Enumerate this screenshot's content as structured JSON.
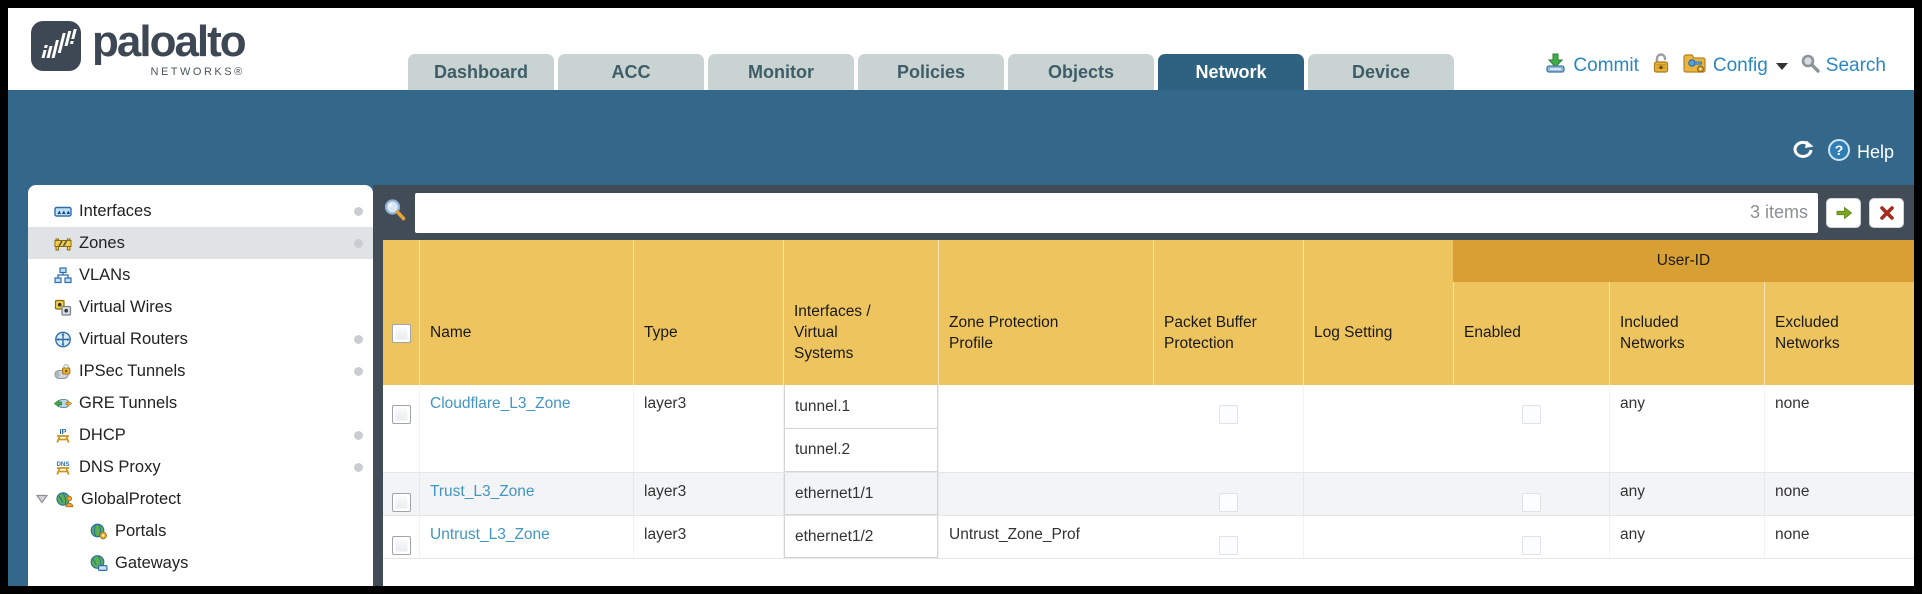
{
  "app": {
    "brand": "paloalto",
    "brand_sub": "NETWORKS®"
  },
  "header": {
    "tabs": [
      {
        "label": "Dashboard",
        "active": false
      },
      {
        "label": "ACC",
        "active": false
      },
      {
        "label": "Monitor",
        "active": false
      },
      {
        "label": "Policies",
        "active": false
      },
      {
        "label": "Objects",
        "active": false
      },
      {
        "label": "Network",
        "active": true
      },
      {
        "label": "Device",
        "active": false
      }
    ],
    "actions": {
      "commit": "Commit",
      "config": "Config",
      "search": "Search"
    }
  },
  "subheader": {
    "help_label": "Help"
  },
  "sidebar": {
    "items": [
      {
        "label": "Interfaces",
        "dot": true
      },
      {
        "label": "Zones",
        "dot": true,
        "selected": true
      },
      {
        "label": "VLANs",
        "dot": false
      },
      {
        "label": "Virtual Wires",
        "dot": false
      },
      {
        "label": "Virtual Routers",
        "dot": true
      },
      {
        "label": "IPSec Tunnels",
        "dot": true
      },
      {
        "label": "GRE Tunnels",
        "dot": false
      },
      {
        "label": "DHCP",
        "dot": true
      },
      {
        "label": "DNS Proxy",
        "dot": true
      },
      {
        "label": "GlobalProtect",
        "dot": false,
        "expandable": true
      },
      {
        "label": "Portals",
        "dot": false,
        "child": true
      },
      {
        "label": "Gateways",
        "dot": false,
        "child": true
      }
    ]
  },
  "toolbar": {
    "filter_value": "",
    "items_count": "3 items"
  },
  "table": {
    "group_header": "User-ID",
    "columns": [
      "Name",
      "Type",
      "Interfaces / Virtual Systems",
      "Zone Protection Profile",
      "Packet Buffer Protection",
      "Log Setting",
      "Enabled",
      "Included Networks",
      "Excluded Networks"
    ],
    "rows": [
      {
        "name": "Cloudflare_L3_Zone",
        "type": "layer3",
        "interfaces": [
          "tunnel.1",
          "tunnel.2"
        ],
        "zone_protection_profile": "",
        "log_setting": "",
        "included_networks": "any",
        "excluded_networks": "none"
      },
      {
        "name": "Trust_L3_Zone",
        "type": "layer3",
        "interfaces": [
          "ethernet1/1"
        ],
        "zone_protection_profile": "",
        "log_setting": "",
        "included_networks": "any",
        "excluded_networks": "none"
      },
      {
        "name": "Untrust_L3_Zone",
        "type": "layer3",
        "interfaces": [
          "ethernet1/2"
        ],
        "zone_protection_profile": "Untrust_Zone_Prof",
        "log_setting": "",
        "included_networks": "any",
        "excluded_networks": "none"
      }
    ]
  },
  "colors": {
    "band_teal": "#33688b",
    "active_tab": "#2d6280",
    "header_amber": "#edc45e",
    "userid_amber": "#d89f35",
    "link_blue": "#4395c3",
    "action_blue": "#2b87c2",
    "pane_dark": "#424c56",
    "logo_slate": "#3e4854"
  }
}
